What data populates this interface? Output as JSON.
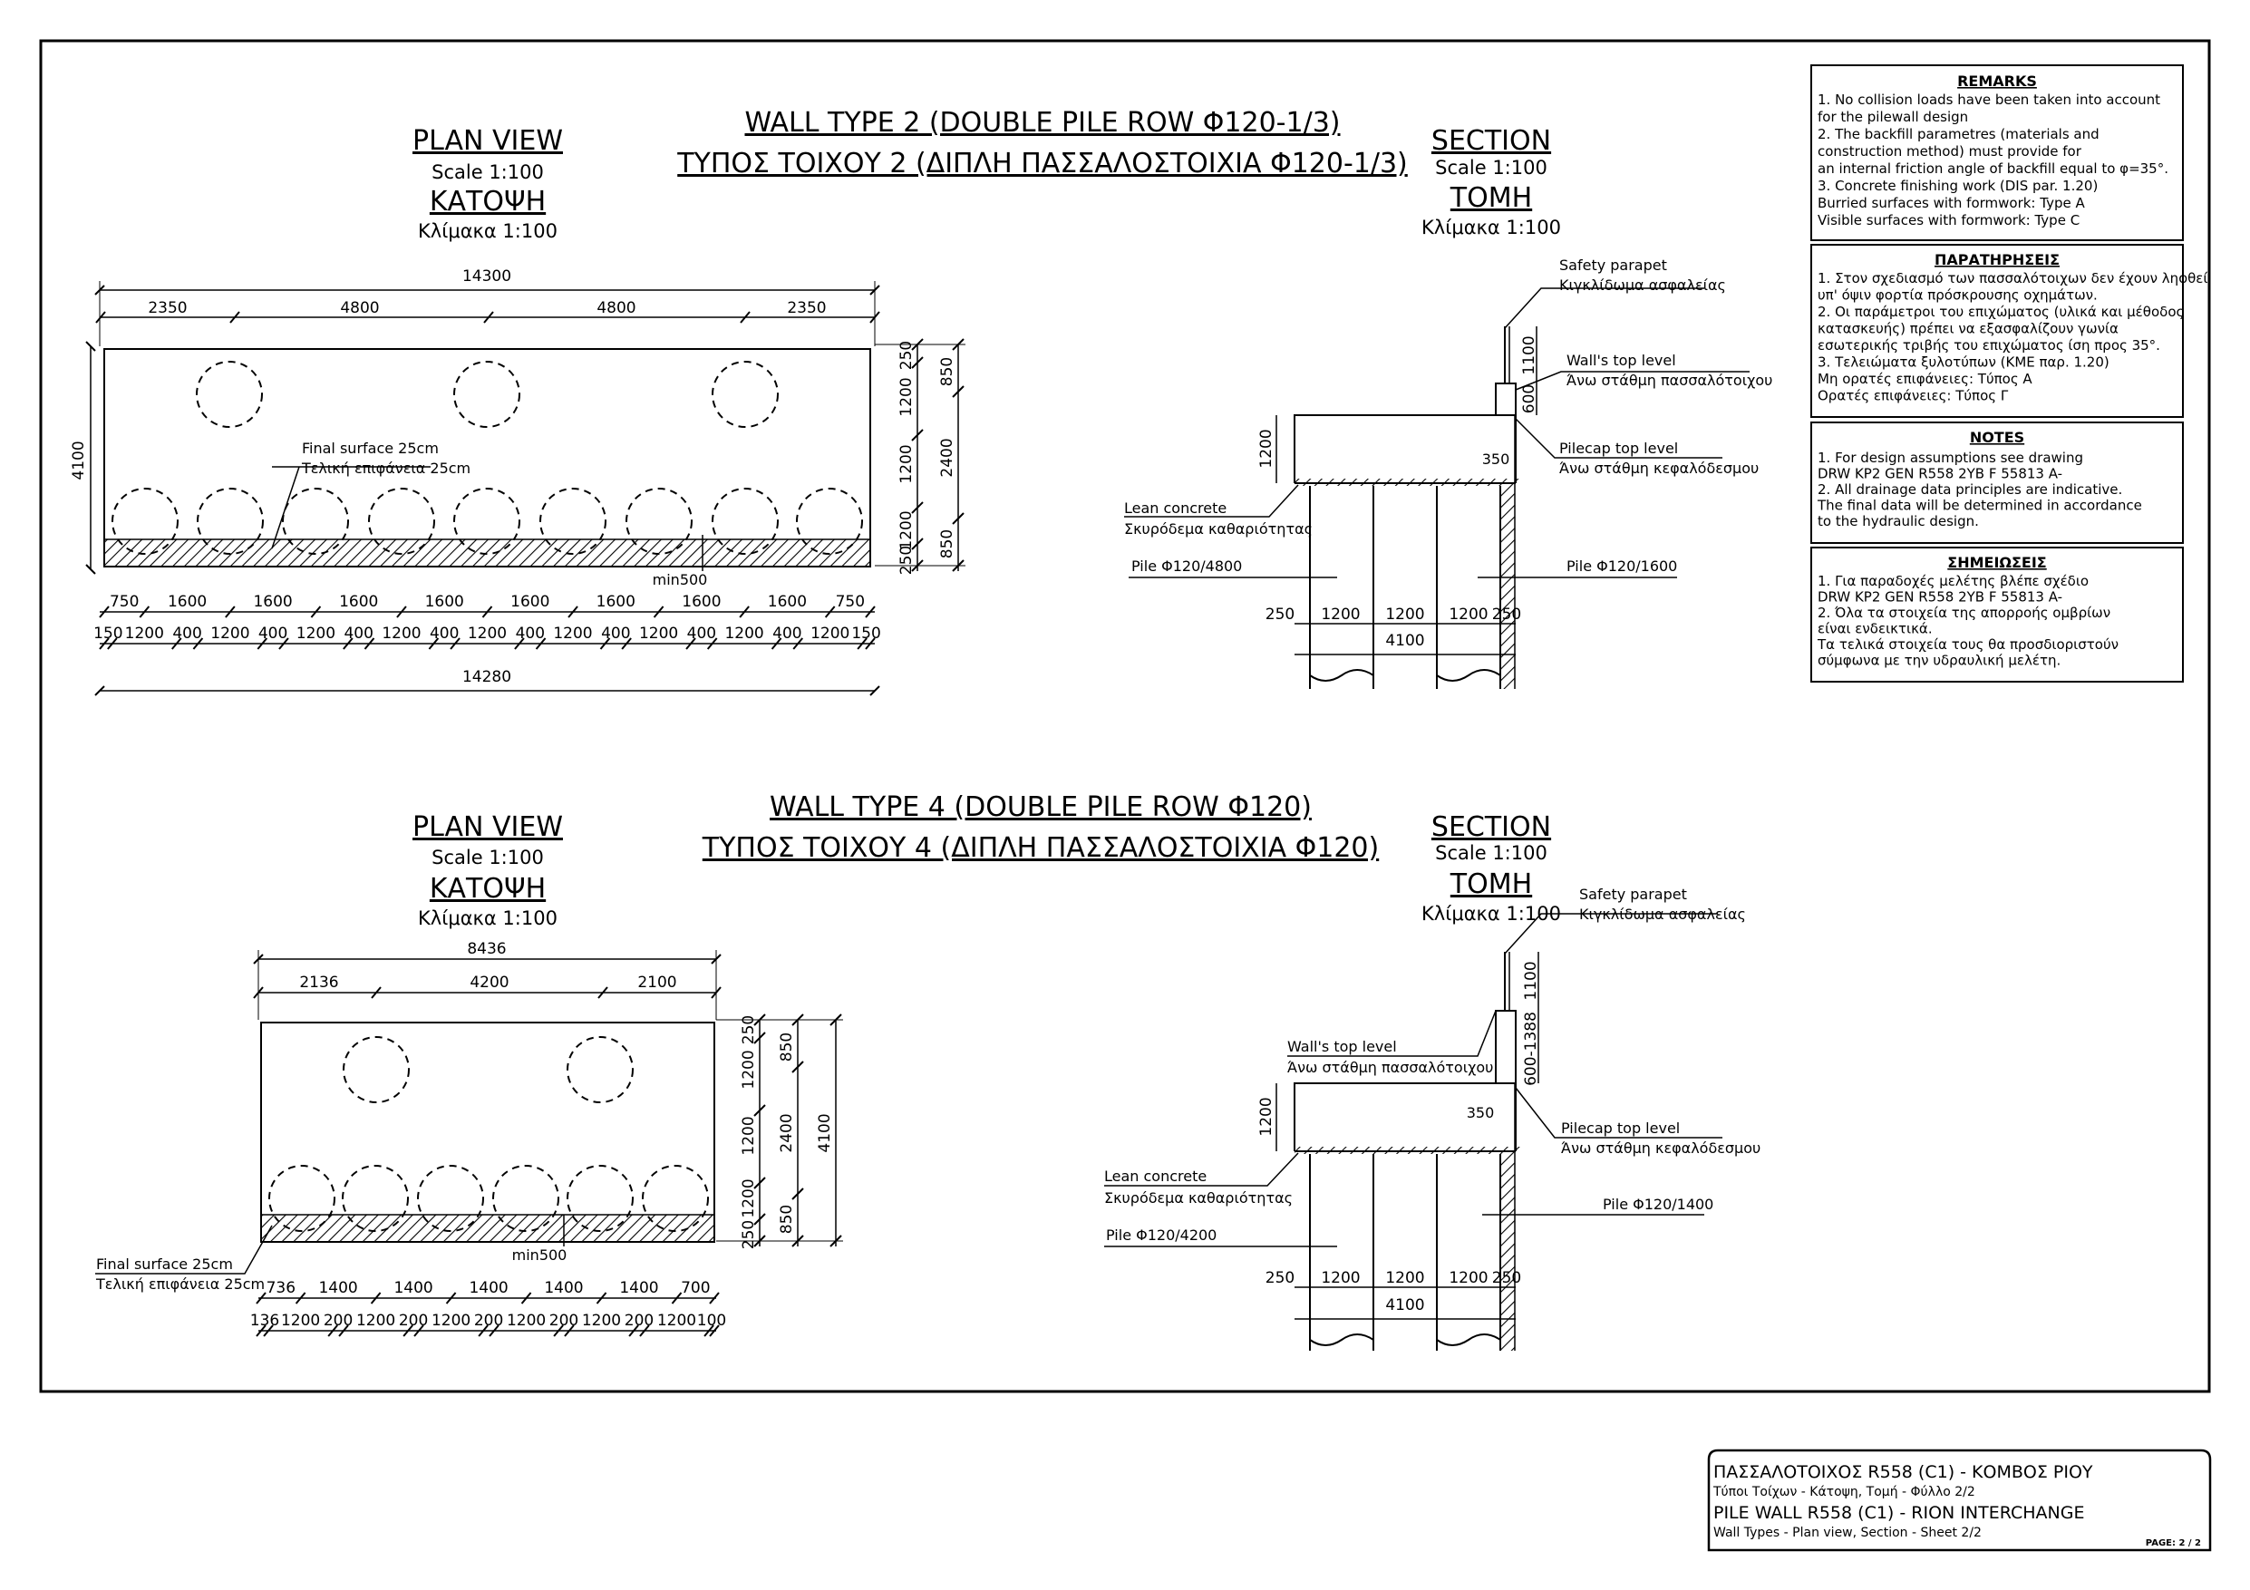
{
  "wall2": {
    "title_en": "WALL TYPE 2 (DOUBLE PILE ROW Φ120-1/3)",
    "title_gr": "ΤΥΠΟΣ ΤΟΙΧΟΥ 2 (ΔΙΠΛΗ ΠΑΣΣΑΛΟΣΤΟΙΧΙΑ Φ120-1/3)",
    "plan": {
      "heading_en": "PLAN VIEW",
      "scale_en": "Scale 1:100",
      "heading_gr": "ΚΑΤΟΨΗ",
      "scale_gr": "Κλίμακα 1:100",
      "overall_top": "14300",
      "top_dims": [
        "2350",
        "4800",
        "4800",
        "2350"
      ],
      "left_dim": "4100",
      "right_dims_a": [
        "250",
        "1200",
        "1200",
        "1200",
        "250"
      ],
      "right_dims_b": [
        "850",
        "2400",
        "850"
      ],
      "final_surface_en": "Final surface 25cm",
      "final_surface_gr": "Τελική επιφάνεια 25cm",
      "min": "min500",
      "bottom_dims_a": [
        "750",
        "1600",
        "1600",
        "1600",
        "1600",
        "1600",
        "1600",
        "1600",
        "1600",
        "750"
      ],
      "bottom_dims_b": [
        "150",
        "1200",
        "400",
        "1200",
        "400",
        "1200",
        "400",
        "1200",
        "400",
        "1200",
        "400",
        "1200",
        "400",
        "1200",
        "400",
        "1200",
        "400",
        "1200",
        "150"
      ],
      "overall_bottom": "14280"
    },
    "section": {
      "heading_en": "SECTION",
      "scale_en": "Scale 1:100",
      "heading_gr": "ΤΟΜΗ",
      "scale_gr": "Κλίμακα 1:100",
      "safety_en": "Safety parapet",
      "safety_gr": "Κιγκλίδωμα ασφαλείας",
      "walltop_en": "Wall's top level",
      "walltop_gr": "Άνω στάθμη πασσαλότοιχου",
      "pilecap_en": "Pilecap top level",
      "pilecap_gr": "Άνω στάθμη κεφαλόδεσμου",
      "lean_en": "Lean concrete",
      "lean_gr": "Σκυρόδεμα καθαριότητας",
      "pile_left": "Pile Φ120/4800",
      "pile_right": "Pile Φ120/1600",
      "dim_parapet": "1100",
      "dim_wall": "600",
      "dim_cap": "1200",
      "dim_350": "350",
      "bottom_dims": [
        "250",
        "1200",
        "1200",
        "1200",
        "250"
      ],
      "total": "4100"
    }
  },
  "wall4": {
    "title_en": "WALL TYPE 4 (DOUBLE PILE ROW Φ120)",
    "title_gr": "ΤΥΠΟΣ ΤΟΙΧΟΥ 4 (ΔΙΠΛΗ ΠΑΣΣΑΛΟΣΤΟΙΧΙΑ Φ120)",
    "plan": {
      "heading_en": "PLAN VIEW",
      "scale_en": "Scale 1:100",
      "heading_gr": "ΚΑΤΟΨΗ",
      "scale_gr": "Κλίμακα 1:100",
      "overall_top": "8436",
      "top_dims": [
        "2136",
        "4200",
        "2100"
      ],
      "right_dims_a": [
        "250",
        "1200",
        "1200",
        "1200",
        "250"
      ],
      "right_dims_b": [
        "850",
        "2400",
        "850"
      ],
      "right_total": "4100",
      "final_surface_en": "Final surface 25cm",
      "final_surface_gr": "Τελική επιφάνεια 25cm",
      "min": "min500",
      "bottom_dims_a": [
        "736",
        "1400",
        "1400",
        "1400",
        "1400",
        "1400",
        "700"
      ],
      "bottom_dims_b": [
        "136",
        "1200",
        "200",
        "1200",
        "200",
        "1200",
        "200",
        "1200",
        "200",
        "1200",
        "200",
        "1200",
        "100"
      ]
    },
    "section": {
      "heading_en": "SECTION",
      "scale_en": "Scale 1:100",
      "heading_gr": "ΤΟΜΗ",
      "scale_gr": "Κλίμακα 1:100",
      "safety_en": "Safety parapet",
      "safety_gr": "Κιγκλίδωμα ασφαλείας",
      "walltop_en": "Wall's top level",
      "walltop_gr": "Άνω στάθμη πασσαλότοιχου",
      "pilecap_en": "Pilecap top level",
      "pilecap_gr": "Άνω στάθμη κεφαλόδεσμου",
      "lean_en": "Lean concrete",
      "lean_gr": "Σκυρόδεμα καθαριότητας",
      "pile_left": "Pile Φ120/4200",
      "pile_right": "Pile Φ120/1400",
      "dim_parapet": "1100",
      "dim_wall": "600-1388",
      "dim_cap": "1200",
      "dim_350": "350",
      "bottom_dims": [
        "250",
        "1200",
        "1200",
        "1200",
        "250"
      ],
      "total": "4100"
    }
  },
  "remarks": {
    "heading": "REMARKS",
    "lines": [
      "1. No collision loads have been taken into account",
      "    for the pilewall design",
      "2. The backfill parametres (materials and",
      "    construction method) must provide for",
      "    an internal friction angle of backfill equal to φ=35°.",
      "3. Concrete finishing work (DIS par. 1.20)",
      "    Burried surfaces with formwork: Type A",
      "    Visible surfaces with formwork: Type C"
    ]
  },
  "paratiriseis": {
    "heading": "ΠΑΡΑΤΗΡΗΣΕΙΣ",
    "lines": [
      "1. Στον σχεδιασμό των πασσαλότοιχων δεν έχουν ληφθεί",
      "    υπ' όψιν φορτία πρόσκρουσης οχημάτων.",
      "2. Οι παράμετροι του επιχώματος (υλικά και μέθοδος",
      "    κατασκευής) πρέπει να εξασφαλίζουν γωνία",
      "    εσωτερικής τριβής του επιχώματος ίση προς 35°.",
      "3. Τελειώματα ξυλοτύπων (ΚΜΕ παρ. 1.20)",
      "    Μη ορατές επιφάνειες: Τύπος Α",
      "    Ορατές επιφάνειες: Τύπος Γ"
    ]
  },
  "notes": {
    "heading": "NOTES",
    "lines": [
      "1. For design assumptions see drawing",
      "    DRW KP2 GEN R558 2YB F 55813 A-",
      "2. All drainage data principles are indicative.",
      "    The final data will be determined in accordance",
      "    to the hydraulic design."
    ]
  },
  "simeioseis": {
    "heading": "ΣΗΜΕΙΩΣΕΙΣ",
    "lines": [
      "1. Για παραδοχές μελέτης βλέπε σχέδιο",
      "    DRW KP2 GEN R558 2YB F 55813 A-",
      "2. Όλα τα στοιχεία της απορροής ομβρίων",
      "    είναι ενδεικτικά.",
      "    Τα τελικά στοιχεία τους θα προσδιοριστούν",
      "    σύμφωνα με την υδραυλική μελέτη."
    ]
  },
  "title_block": {
    "line1": "ΠΑΣΣΑΛΟΤΟΙΧΟΣ R558 (C1) - ΚΟΜΒΟΣ ΡΙΟΥ",
    "line2": "Τύποι Τοίχων - Κάτοψη, Τομή - Φύλλο 2/2",
    "line3": "PILE WALL  R558 (C1) - RION INTERCHANGE",
    "line4": "Wall Types - Plan view, Section - Sheet 2/2",
    "page": "PAGE: 2 / 2"
  }
}
